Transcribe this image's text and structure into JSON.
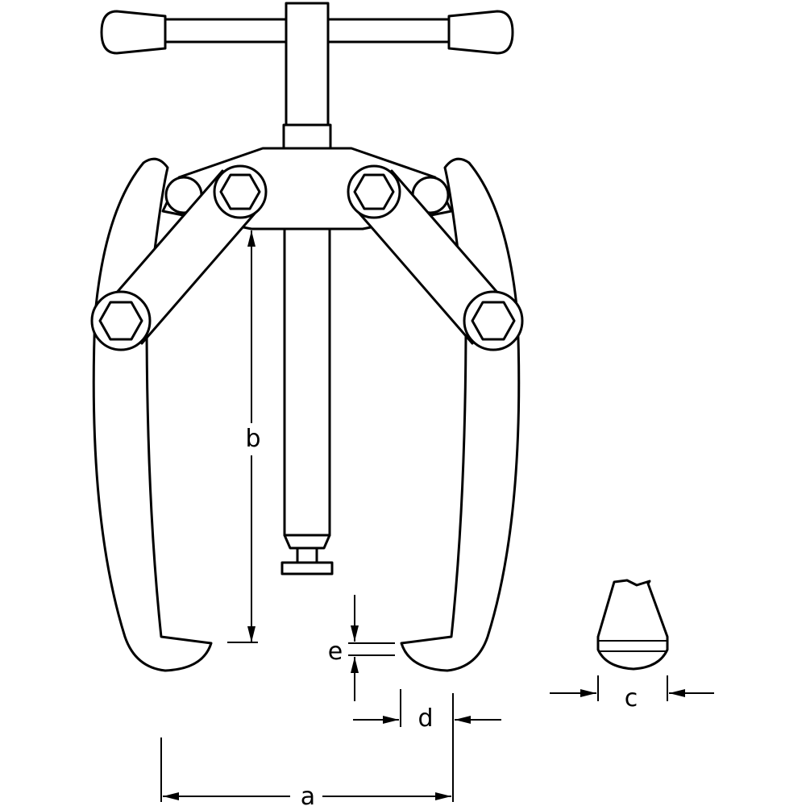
{
  "diagram": {
    "labels": {
      "a": "a",
      "b": "b",
      "c": "c",
      "d": "d",
      "e": "e"
    },
    "colors": {
      "ink": "#000000",
      "background": "#ffffff"
    }
  }
}
